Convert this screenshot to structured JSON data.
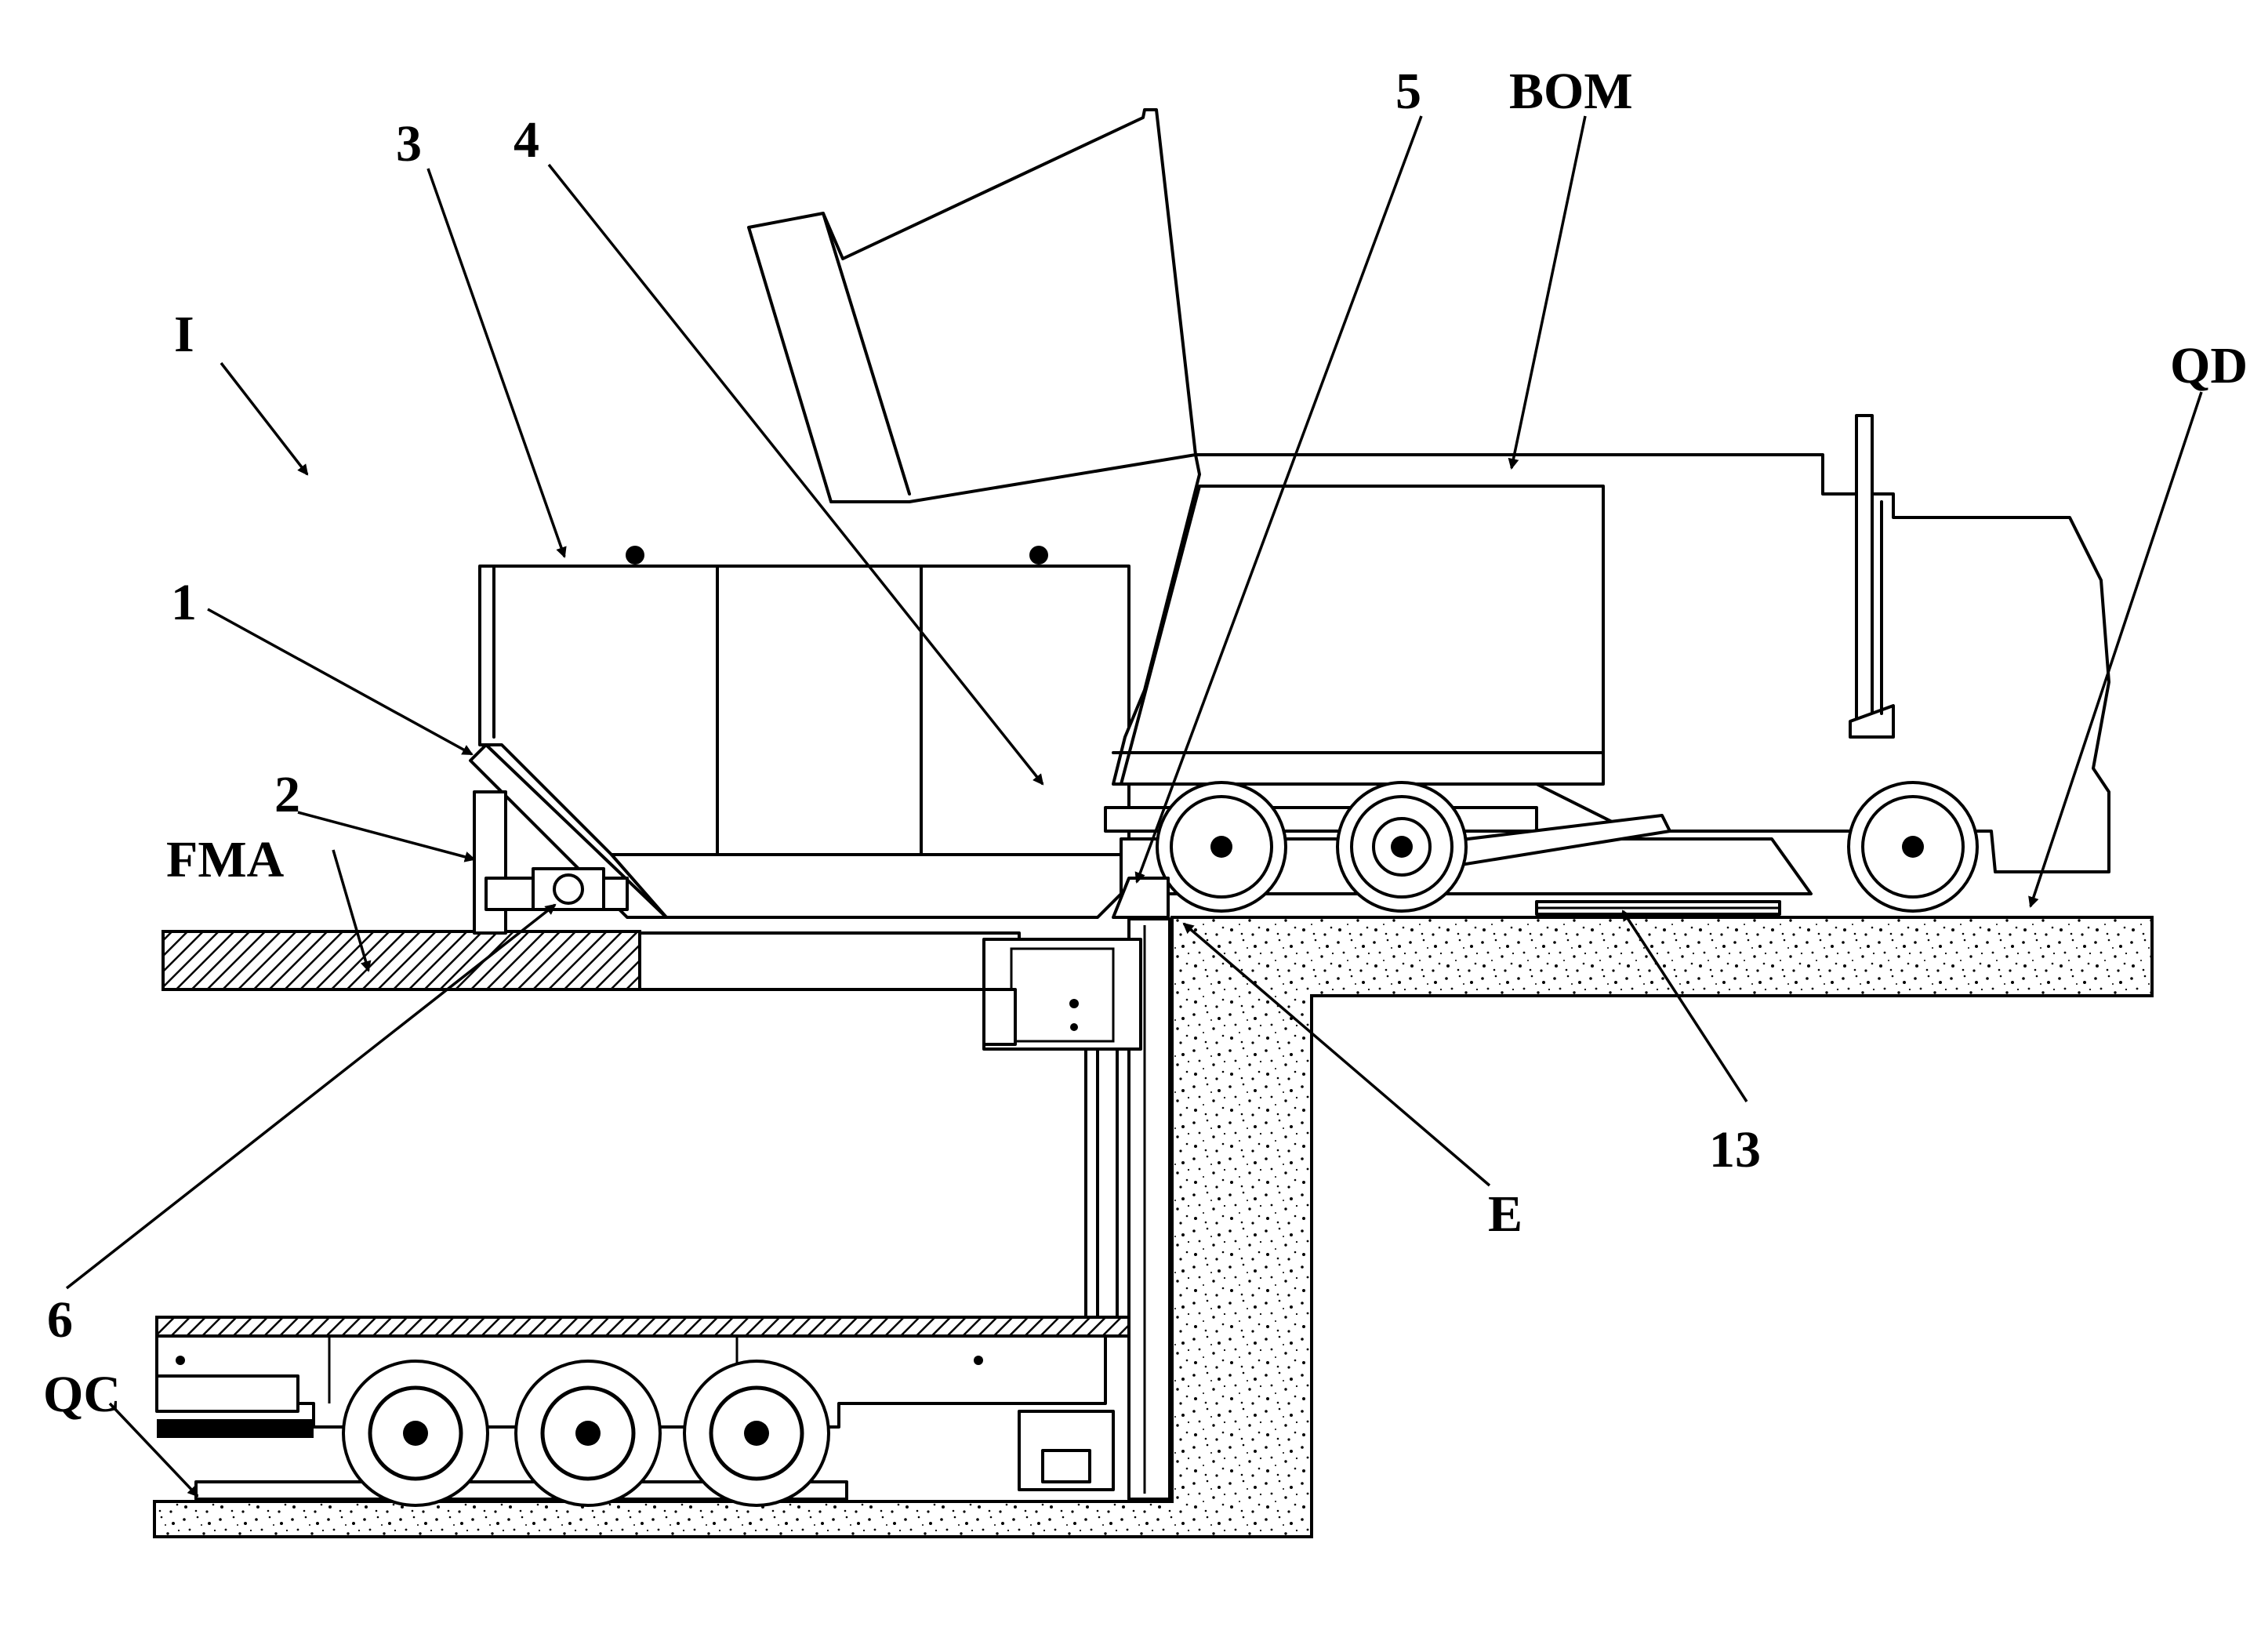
{
  "labels": {
    "I": "I",
    "one": "1",
    "two": "2",
    "three": "3",
    "four": "4",
    "five": "5",
    "six": "6",
    "thirteen": "13",
    "fma": "FMA",
    "bom": "BOM",
    "qd": "QD",
    "qc": "QC",
    "e": "E"
  },
  "colors": {
    "line": "#000000",
    "background": "#ffffff"
  }
}
